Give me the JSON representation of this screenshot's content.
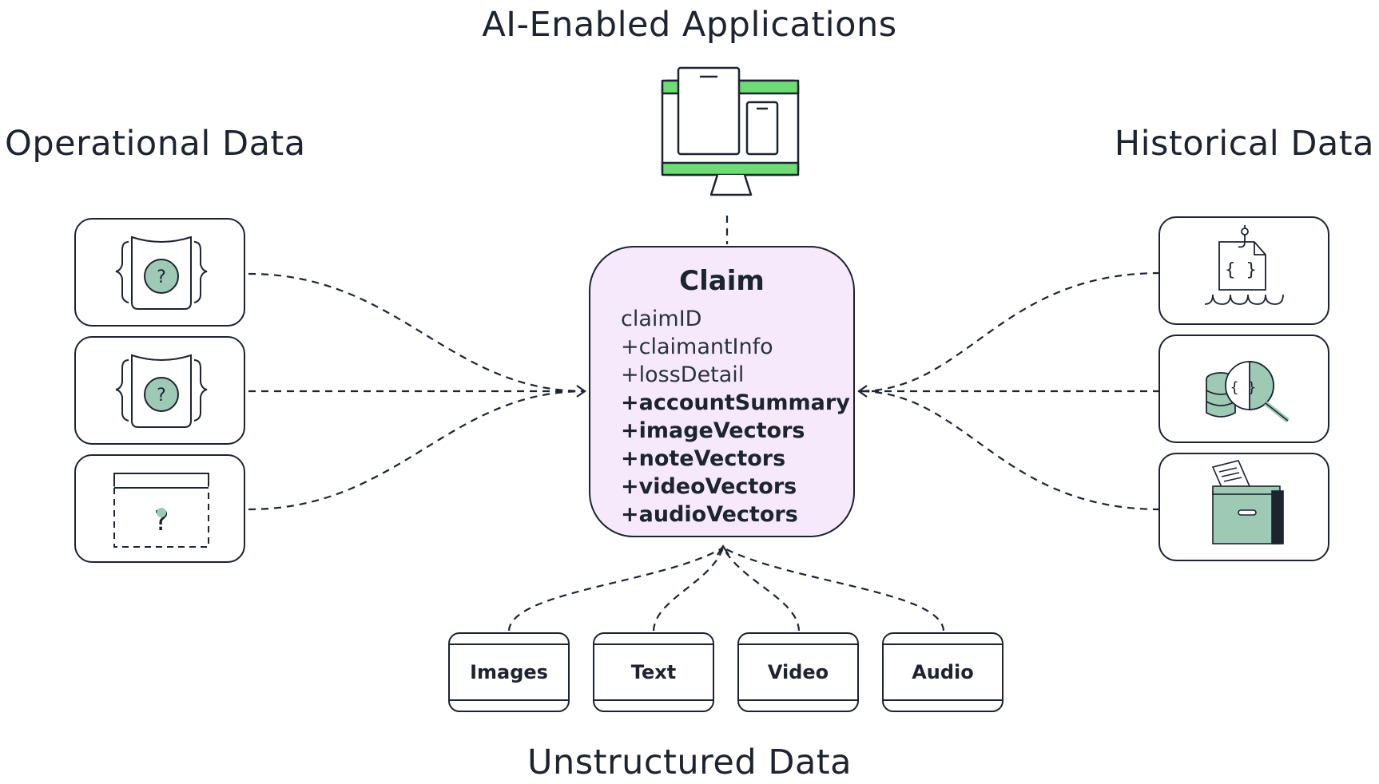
{
  "headings": {
    "top": "AI-Enabled Applications",
    "left": "Operational Data",
    "right": "Historical Data",
    "bottom": "Unstructured Data"
  },
  "claim": {
    "title": "Claim",
    "fields": [
      {
        "label": "claimID",
        "bold": false
      },
      {
        "label": "+claimantInfo",
        "bold": false
      },
      {
        "label": "+lossDetail",
        "bold": false
      },
      {
        "label": "+accountSummary",
        "bold": true
      },
      {
        "label": "+imageVectors",
        "bold": true
      },
      {
        "label": "+noteVectors",
        "bold": true
      },
      {
        "label": "+videoVectors",
        "bold": true
      },
      {
        "label": "+audioVectors",
        "bold": true
      }
    ]
  },
  "unstructured": {
    "items": [
      "Images",
      "Text",
      "Video",
      "Audio"
    ]
  },
  "operational": {
    "icons": [
      "json-question-icon",
      "json-question-icon",
      "dashed-question-card-icon"
    ]
  },
  "historical": {
    "icons": [
      "document-hook-icon",
      "database-magnifier-icon",
      "archive-box-icon"
    ]
  },
  "colors": {
    "claim_fill": "#f5e9fb",
    "accent_green": "#6ddc74",
    "icon_teal": "#9ec9b5",
    "ink": "#1c2430"
  }
}
